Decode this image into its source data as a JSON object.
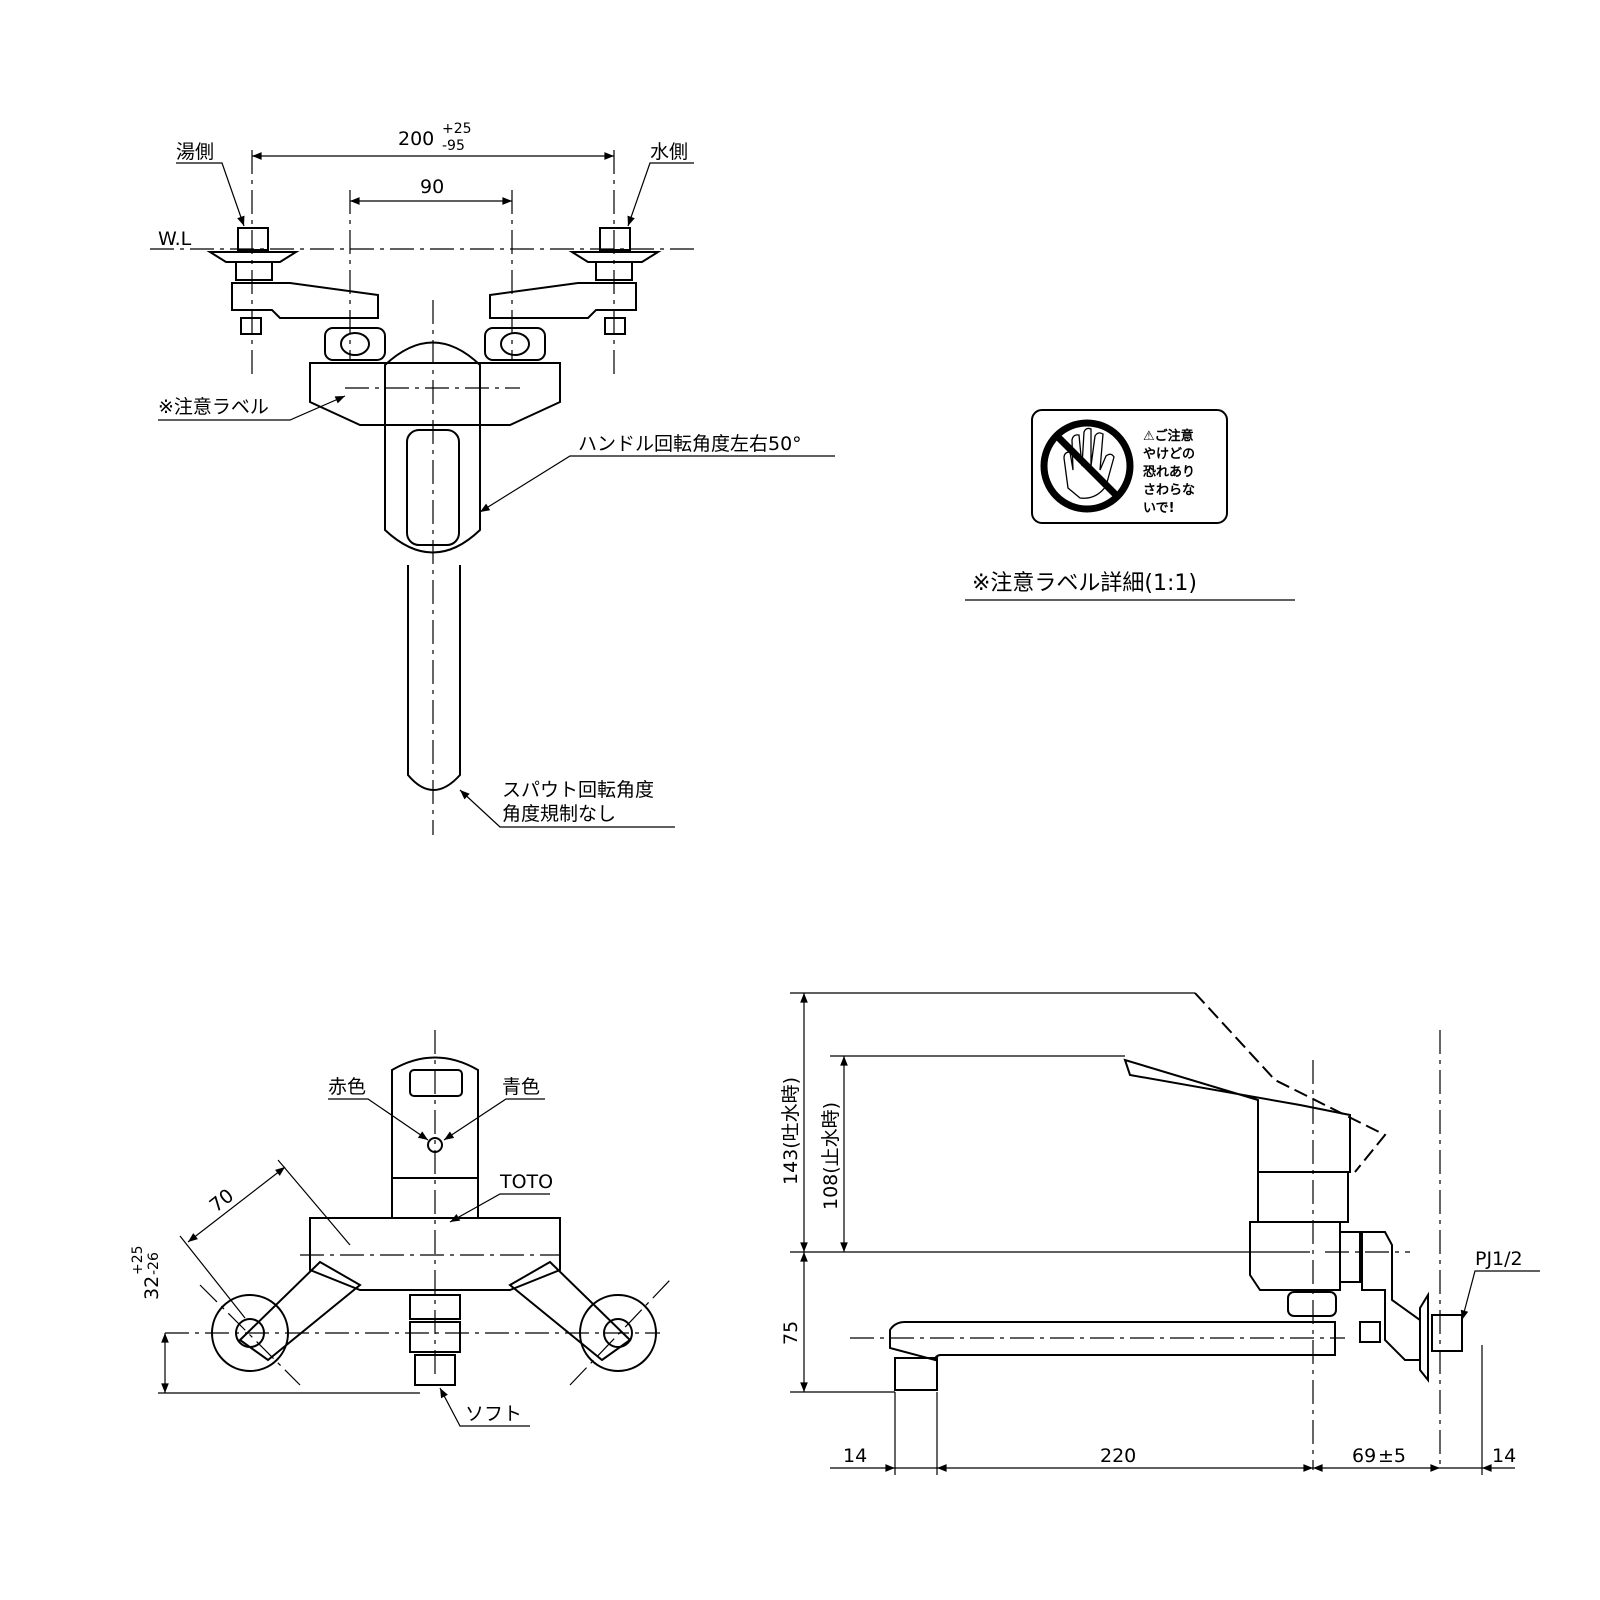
{
  "top_view": {
    "hot_side": "湯側",
    "cold_side": "水側",
    "water_level": "W.L",
    "dim_pitch": "200",
    "dim_pitch_tol_plus": "+25",
    "dim_pitch_tol_minus": "-95",
    "dim_90": "90",
    "caution_label": "※注意ラベル",
    "handle_rotation": "ハンドル回転角度左右50°",
    "spout_rotation_line1": "スパウト回転角度",
    "spout_rotation_line2": "角度規制なし"
  },
  "label_detail": {
    "title": "※注意ラベル詳細(1:1)",
    "caution_head": "⚠ご注意",
    "line1": "やけどの",
    "line2": "恐れあり",
    "line3": "さわらな",
    "line4": "いで!"
  },
  "front_view": {
    "red": "赤色",
    "blue": "青色",
    "brand": "TOTO",
    "dim_70": "70",
    "dim_32": "32",
    "dim_32_plus": "+25",
    "dim_32_minus": "-26",
    "soft": "ソフト"
  },
  "side_view": {
    "dim_143": "143(吐水時)",
    "dim_108": "108(止水時)",
    "dim_75": "75",
    "dim_14_left": "14",
    "dim_220": "220",
    "dim_69": "69",
    "dim_69_tol": "±5",
    "dim_14_right": "14",
    "thread": "PJ1/2"
  }
}
